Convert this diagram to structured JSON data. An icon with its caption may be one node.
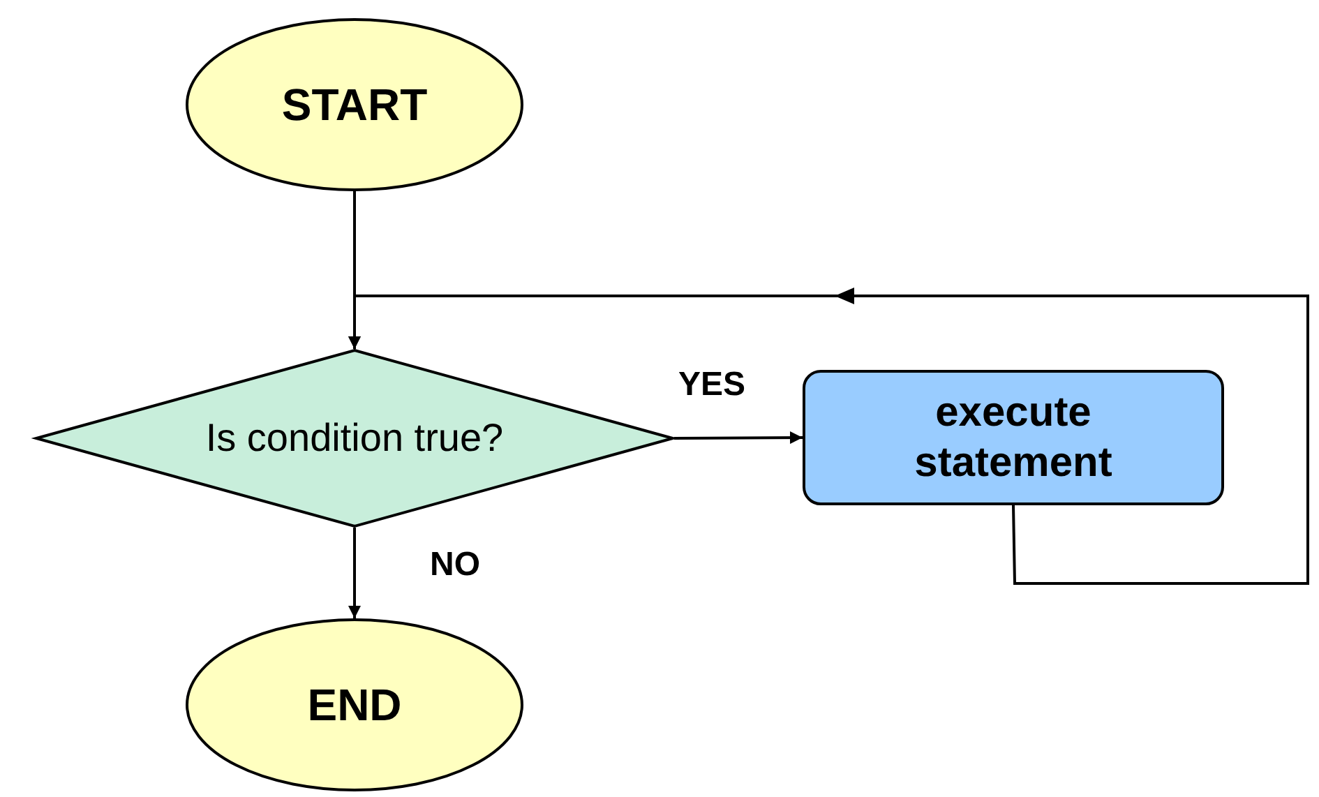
{
  "diagram": {
    "nodes": [
      {
        "text": [
          "START"
        ]
      },
      {
        "text": [
          "Is condition true?"
        ]
      },
      {
        "text": [
          "execute statement"
        ]
      },
      {
        "text": [
          "END"
        ]
      }
    ],
    "edges": [
      {
        "from": 0,
        "to": 1,
        "arrow": "to"
      },
      {
        "from": 1,
        "to": 2,
        "arrow": "to",
        "label": "YES"
      },
      {
        "from": 1,
        "to": 3,
        "arrow": "to",
        "label": "NO"
      },
      {
        "from": 2,
        "to": 1,
        "arrow": "to"
      }
    ]
  }
}
